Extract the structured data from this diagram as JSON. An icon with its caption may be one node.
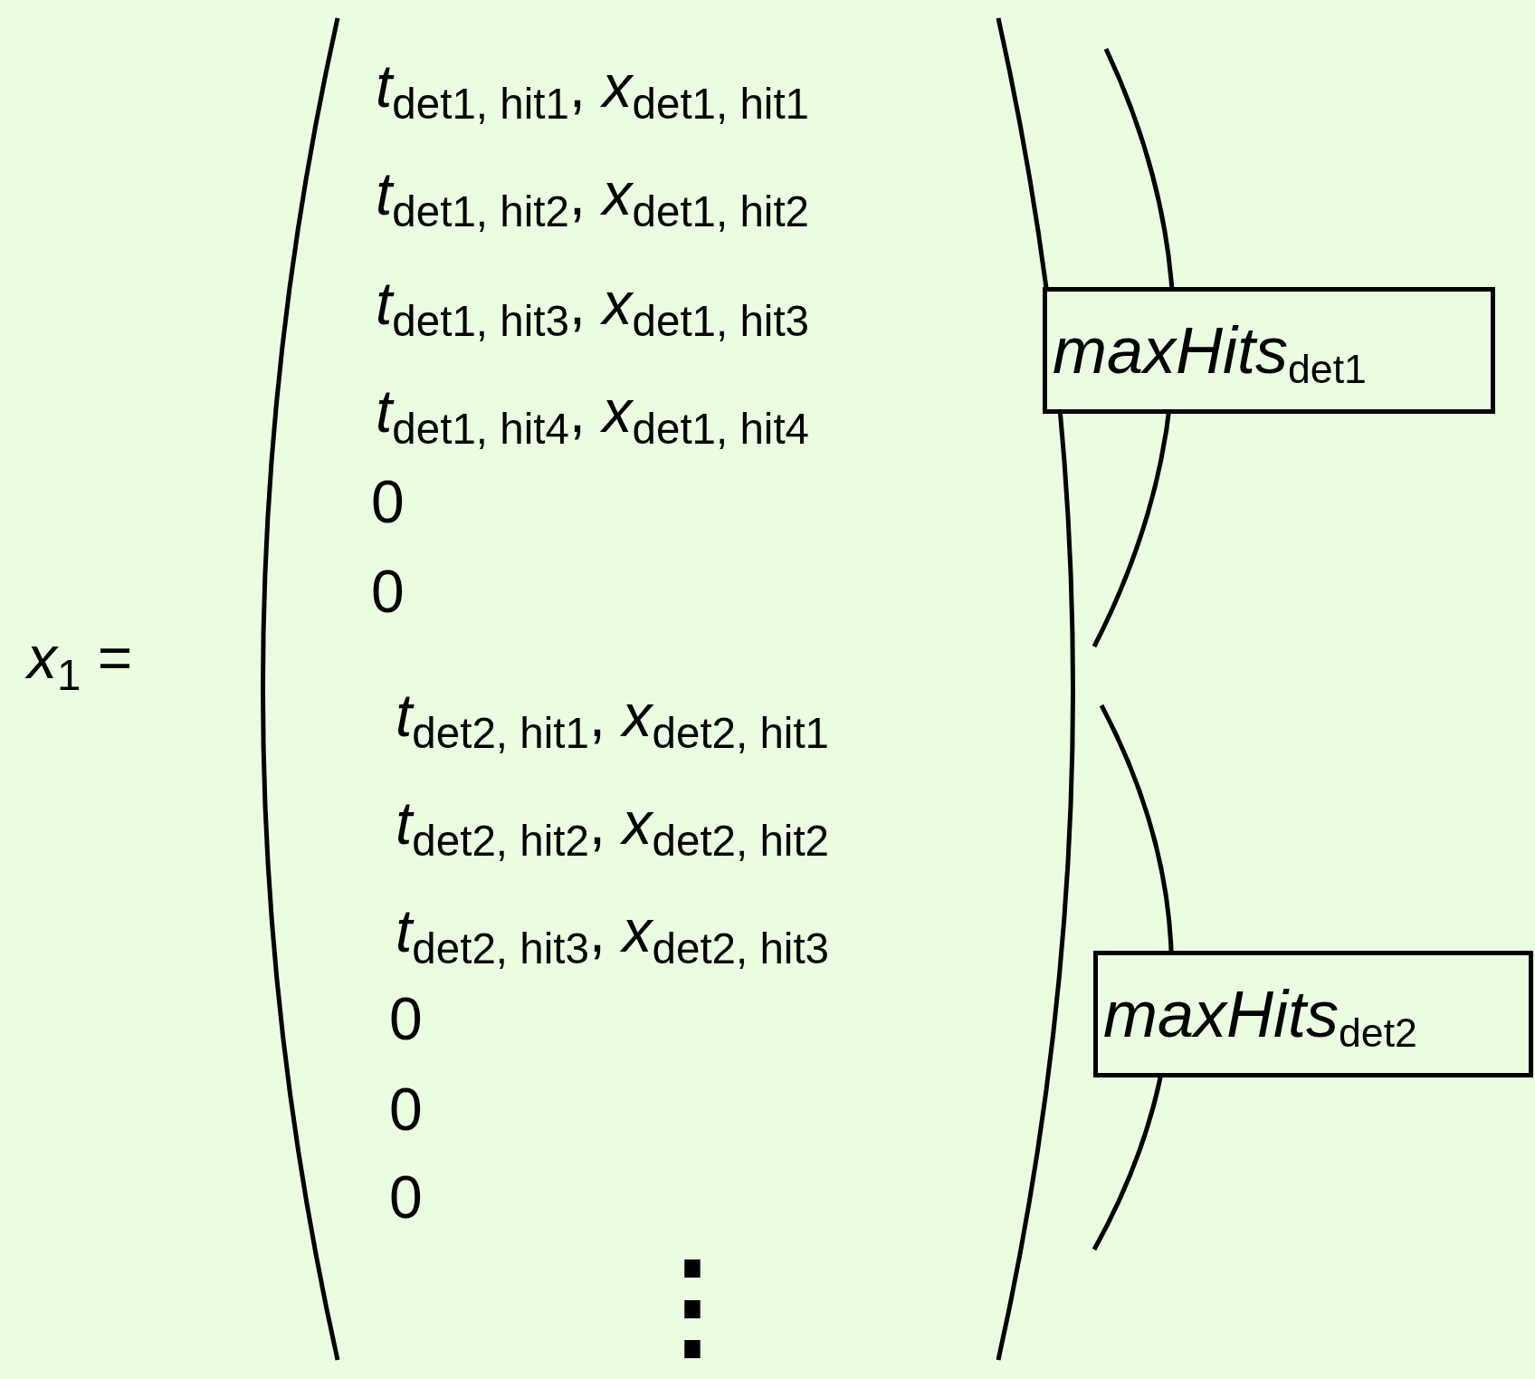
{
  "diagram": {
    "nodes": [
      {
        "text": [
          "*maxHits*$_{det1}$"
        ]
      },
      {
        "text": [
          "*maxHits*$_{det2}$"
        ]
      }
    ],
    "labels": [
      "*x*$_{1}$ =",
      "*t*$_{det1, hit1}$, *x*$_{det1, hit1}$",
      "*t*$_{det1, hit2}$, *x*$_{det1, hit2}$",
      "*t*$_{det1, hit3}$, *x*$_{det1, hit3}$",
      "*t*$_{det1, hit4}$, *x*$_{det1, hit4}$",
      "0",
      "0",
      "*t*$_{det2, hit1}$, *x*$_{det2, hit1}$",
      "*t*$_{det2, hit2}$, *x*$_{det2, hit2}$",
      "*t*$_{det2, hit3}$, *x*$_{det2, hit3}$",
      "0",
      "0",
      "0",
      "⋮"
    ]
  }
}
